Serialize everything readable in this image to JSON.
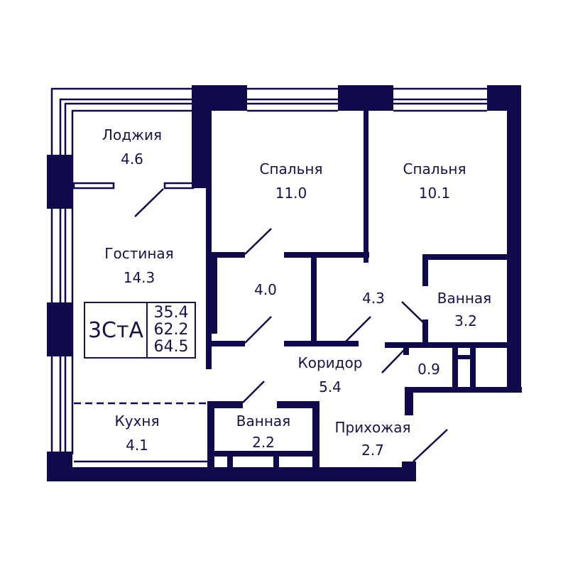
{
  "plan": {
    "wall_color": "#10094a",
    "apartment_code": "3СтА",
    "areas": [
      "35.4",
      "62.2",
      "64.5"
    ]
  },
  "rooms": [
    {
      "id": "loggia",
      "name": "Лоджия",
      "area": "4.6"
    },
    {
      "id": "bedroom-1",
      "name": "Спальня",
      "area": "11.0"
    },
    {
      "id": "bedroom-2",
      "name": "Спальня",
      "area": "10.1"
    },
    {
      "id": "living-room",
      "name": "Гостиная",
      "area": "14.3"
    },
    {
      "id": "closet-1",
      "name": "",
      "area": "4.0"
    },
    {
      "id": "closet-2",
      "name": "",
      "area": "4.3"
    },
    {
      "id": "bathroom-1",
      "name": "Ванная",
      "area": "3.2"
    },
    {
      "id": "corridor",
      "name": "Коридор",
      "area": "5.4"
    },
    {
      "id": "storage",
      "name": "",
      "area": "0.9"
    },
    {
      "id": "kitchen",
      "name": "Кухня",
      "area": "4.1"
    },
    {
      "id": "bathroom-2",
      "name": "Ванная",
      "area": "2.2"
    },
    {
      "id": "hallway",
      "name": "Прихожая",
      "area": "2.7"
    }
  ]
}
